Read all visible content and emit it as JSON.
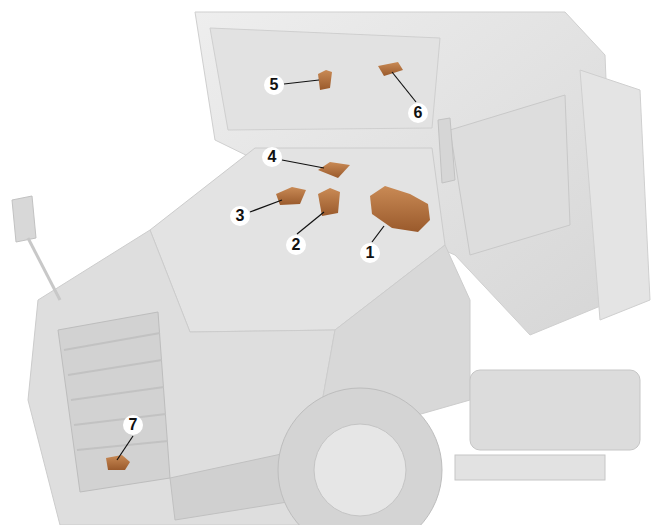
{
  "diagram": {
    "labels": [
      "5",
      "6",
      "4",
      "3",
      "2",
      "1",
      "7"
    ]
  }
}
